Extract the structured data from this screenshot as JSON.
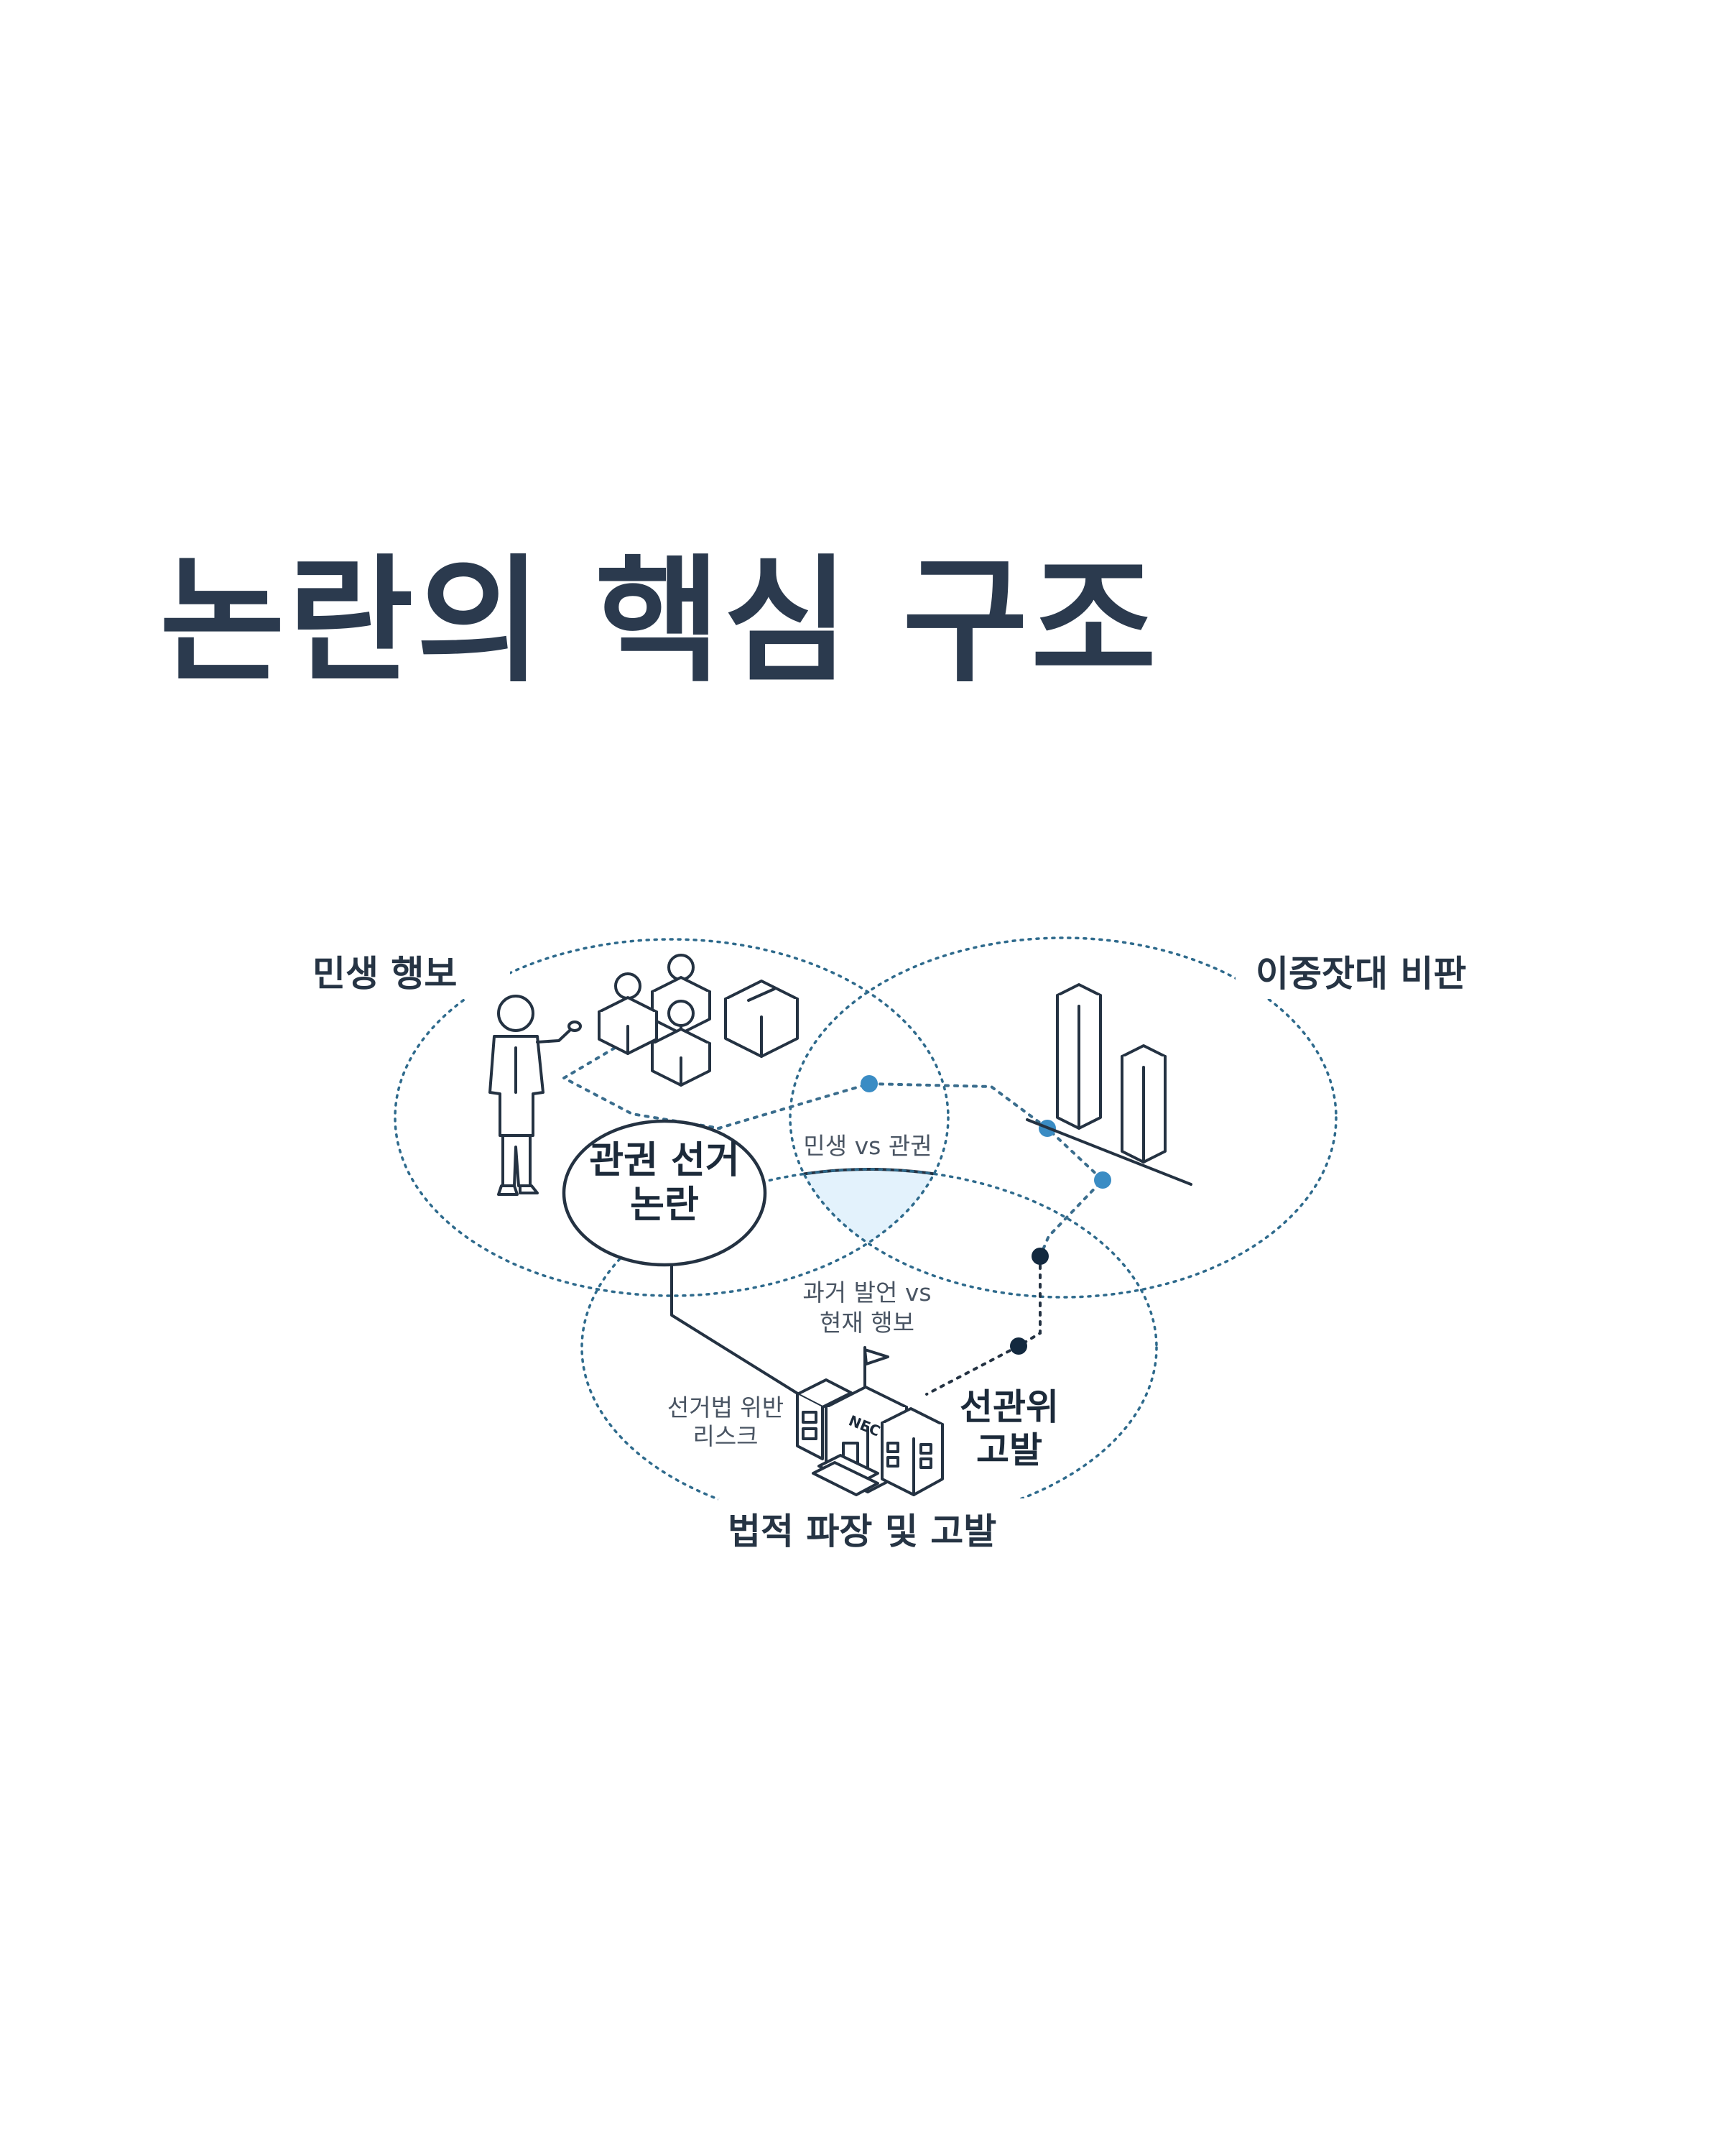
{
  "title": "논란의 핵심 구조",
  "diagram": {
    "circles": {
      "top_left": "민생 행보",
      "top_right": "이중잣대 비판",
      "bottom": "법적 파장 및 고발"
    },
    "core": {
      "line1": "관권 선거",
      "line2": "논란"
    },
    "overlap_top": "민생 vs 관권",
    "overlap_bottom": {
      "line1": "과거 발언 vs",
      "line2": "현재 행보"
    },
    "risk": {
      "line1": "선거법 위반",
      "line2": "리스크"
    },
    "nec": {
      "line1": "선관위",
      "line2": "고발"
    },
    "building_sign": "NEC"
  },
  "colors": {
    "title": "#2b3a4e",
    "ring": "#2e6a8c",
    "dot_light": "#3a8cc4",
    "dot_dark": "#13293f",
    "highlight": "#e3f2fc"
  }
}
